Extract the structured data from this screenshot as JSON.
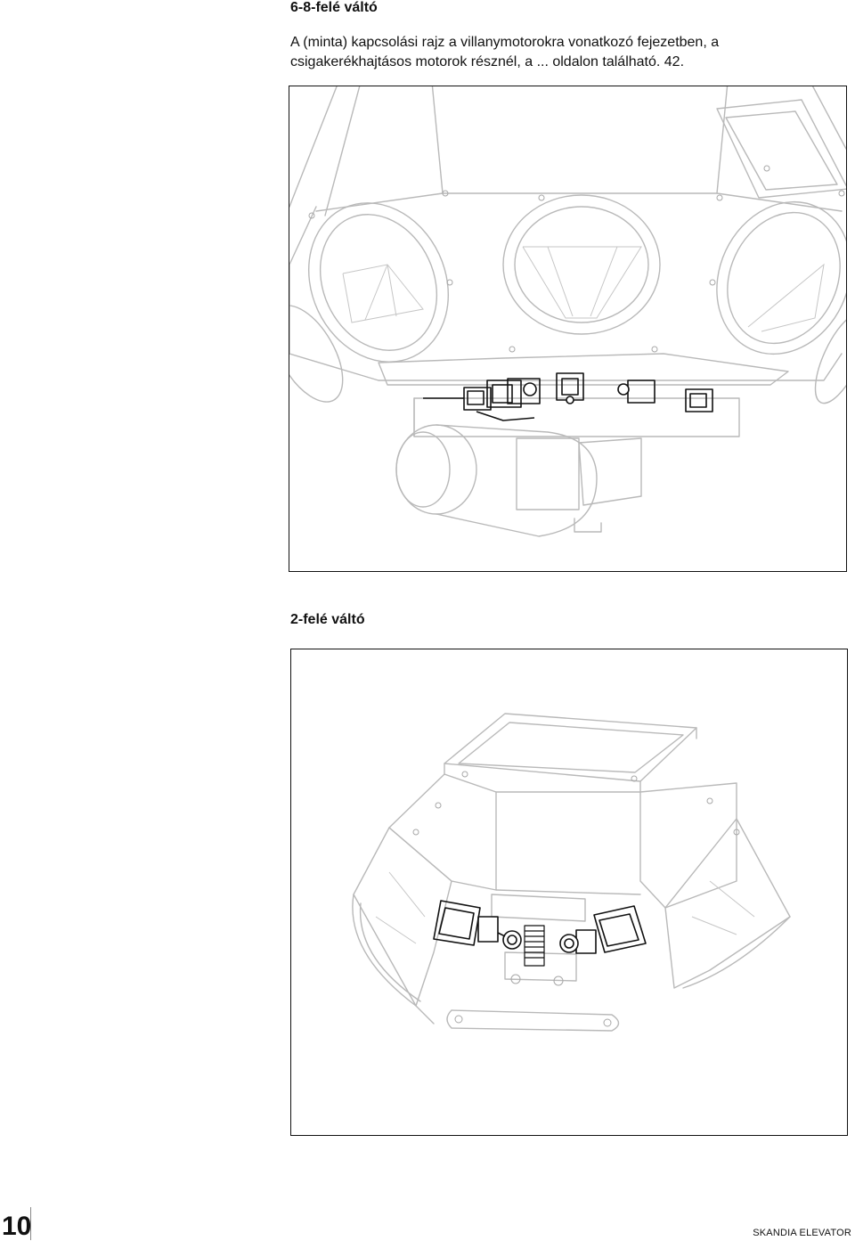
{
  "section1": {
    "heading": "6-8-felé váltó",
    "intro_line1": "A (minta) kapcsolási rajz a villanymotorokra vonatkozó fejezetben, a",
    "intro_line2": "csigakerékhajtásos motorok résznél, a ... oldalon található. 42."
  },
  "section2": {
    "heading": "2-felé váltó"
  },
  "footer": {
    "page_number": "10",
    "brand": "SKANDIA ELEVATOR"
  }
}
